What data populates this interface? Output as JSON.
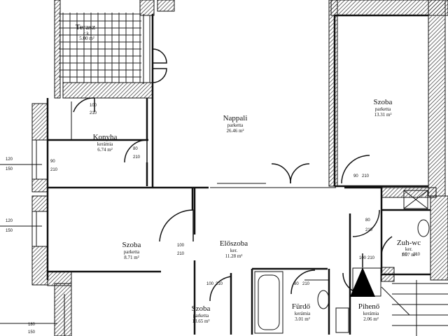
{
  "rooms": [
    {
      "id": "terasz",
      "name": "Terasz",
      "floor": "c.k.",
      "area": "5.00 m²"
    },
    {
      "id": "konyha",
      "name": "Konyha",
      "floor": "kerámia",
      "area": "6.74 m²"
    },
    {
      "id": "nappali",
      "name": "Nappali",
      "floor": "parketta",
      "area": "26.46 m²"
    },
    {
      "id": "szoba1",
      "name": "Szoba",
      "floor": "parketta",
      "area": "13.31 m²"
    },
    {
      "id": "szoba2",
      "name": "Szoba",
      "floor": "parketta",
      "area": "8.71 m²"
    },
    {
      "id": "eloszoba",
      "name": "Előszoba",
      "floor": "ker.",
      "area": "11.28 m²"
    },
    {
      "id": "zuhwc",
      "name": "Zuh-wc",
      "floor": "ker.",
      "area": "1.07 m²"
    },
    {
      "id": "szoba3",
      "name": "Szoba",
      "floor": "parketta",
      "area": "13.65 m²"
    },
    {
      "id": "furdo",
      "name": "Fürdő",
      "floor": "kerámia",
      "area": "3.01 m²"
    },
    {
      "id": "piheno",
      "name": "Pihenő",
      "floor": "kerámia",
      "area": "2.06 m²"
    }
  ],
  "dimensions": {
    "w120a": "120",
    "w150a": "150",
    "w120b": "120",
    "w150b": "150",
    "w180": "180",
    "w150c": "150",
    "d100a": "100",
    "d210a": "210",
    "d80": "80",
    "d210b": "210",
    "d100b": "100",
    "d210c": "210",
    "d90": "90",
    "d210d": "210",
    "d100c": "100",
    "d210e": "210",
    "d80b": "80",
    "d210f": "210",
    "d60": "60",
    "d210g": "210",
    "d80c": "80",
    "d210h": "210",
    "d100d": "100",
    "d210i": "210",
    "d90b": "90",
    "d210j": "210"
  },
  "colors": {
    "wall": "#111111",
    "hatch": "#444444",
    "paper": "#ffffff"
  }
}
